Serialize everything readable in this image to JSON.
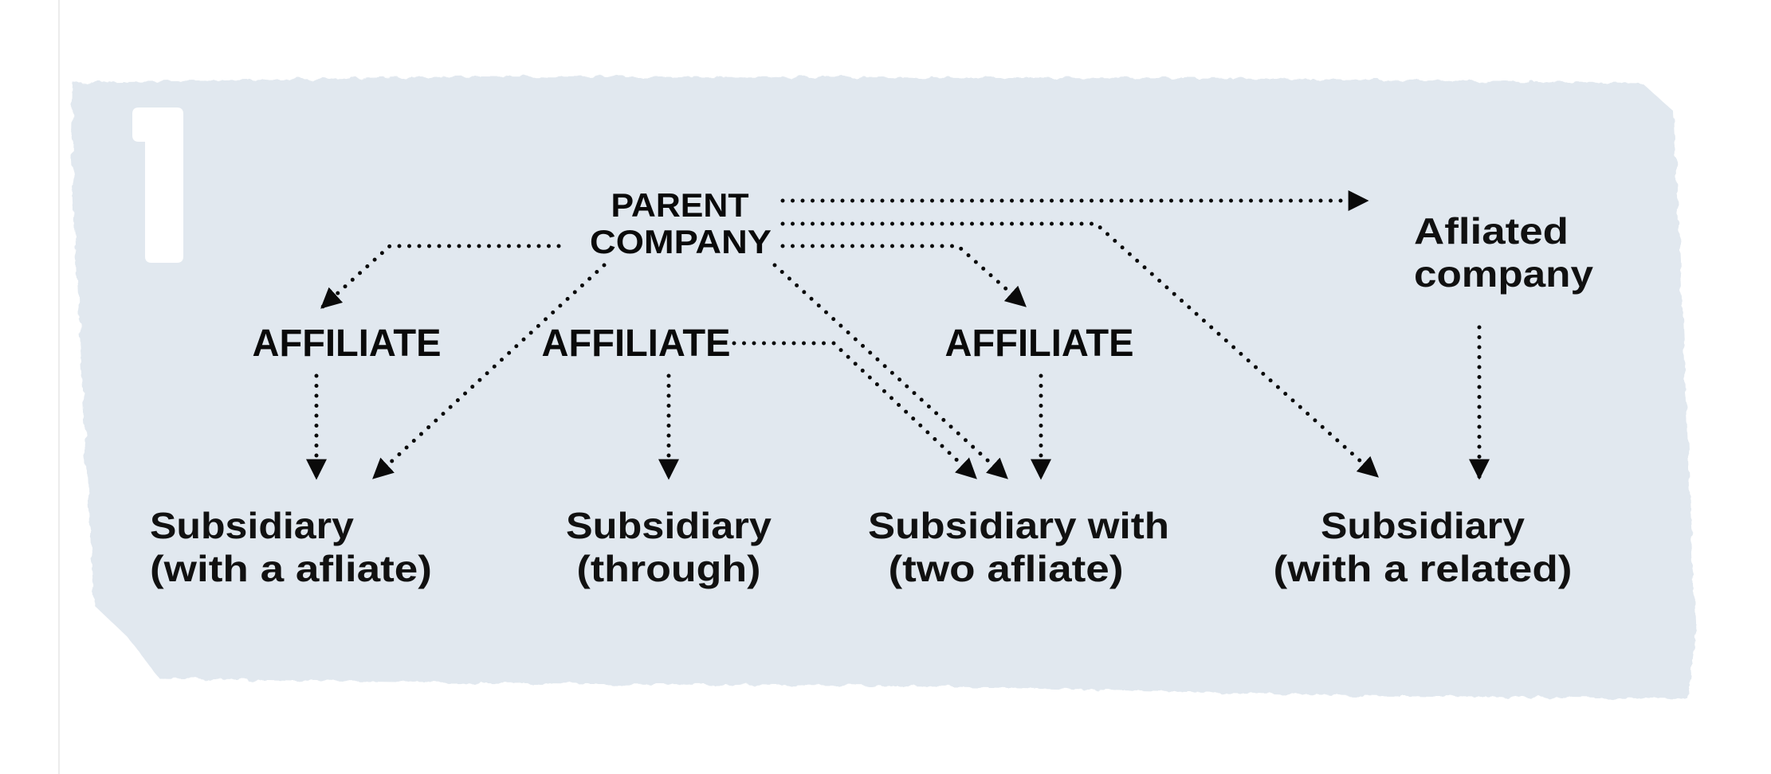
{
  "diagram": {
    "step_number": "1",
    "colors": {
      "panel": "#e1e8ef",
      "ink": "#0a0a0a",
      "numeral": "#ffffff"
    },
    "nodes": {
      "parent": {
        "line1": "PARENT",
        "line2": "COMPANY"
      },
      "affiliate_1": "AFFILIATE",
      "affiliate_2": "AFFILIATE",
      "affiliate_3": "AFFILIATE",
      "affiliated_company": {
        "line1": "Afliated",
        "line2": "company"
      },
      "subsidiary_1": {
        "line1": "Subsidiary",
        "line2": "(with a afliate)"
      },
      "subsidiary_2": {
        "line1": "Subsidiary",
        "line2": "(through)"
      },
      "subsidiary_3": {
        "line1": "Subsidiary with",
        "line2": "(two afliate)"
      },
      "subsidiary_4": {
        "line1": "Subsidiary",
        "line2": "(with a related)"
      }
    },
    "edges": [
      [
        "parent",
        "affiliated_company"
      ],
      [
        "parent",
        "subsidiary_4"
      ],
      [
        "parent",
        "affiliate_3"
      ],
      [
        "parent",
        "affiliate_1"
      ],
      [
        "parent",
        "subsidiary_1"
      ],
      [
        "parent",
        "subsidiary_3"
      ],
      [
        "affiliate_2",
        "subsidiary_3"
      ],
      [
        "affiliate_1",
        "subsidiary_1"
      ],
      [
        "affiliate_2",
        "subsidiary_2"
      ],
      [
        "affiliate_3",
        "subsidiary_3"
      ],
      [
        "affiliated_company",
        "subsidiary_4"
      ]
    ]
  }
}
